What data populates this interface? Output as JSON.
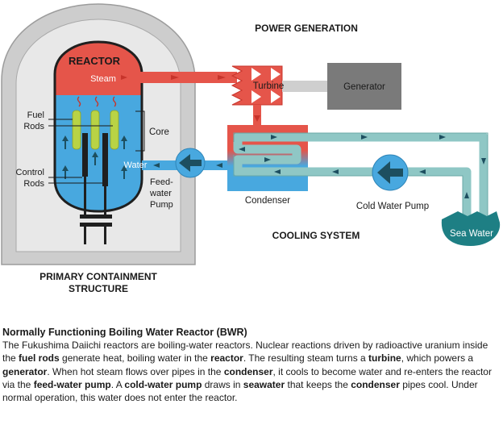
{
  "diagram": {
    "labels": {
      "power_generation": "POWER GENERATION",
      "reactor": "REACTOR",
      "steam": "Steam",
      "turbine": "Turbine",
      "generator": "Generator",
      "fuel_rods_1": "Fuel",
      "fuel_rods_2": "Rods",
      "core": "Core",
      "control_rods_1": "Control",
      "control_rods_2": "Rods",
      "water": "Water",
      "feed_water_pump_1": "Feed-",
      "feed_water_pump_2": "water",
      "feed_water_pump_3": "Pump",
      "condenser": "Condenser",
      "cold_water_pump": "Cold Water Pump",
      "sea_water": "Sea Water",
      "cooling_system": "COOLING SYSTEM",
      "containment_1": "PRIMARY CONTAINMENT",
      "containment_2": "STRUCTURE"
    },
    "colors": {
      "containment_outer": "#cdcdcd",
      "containment_inner": "#e8e8e8",
      "steam": "#e5554a",
      "water": "#48a8df",
      "cooling": "#8fc7c5",
      "sea": "#1e7f84",
      "fuel_rod": "#b9d345",
      "control_rod": "#1f1f1f",
      "generator": "#7a7a7a",
      "pipe_grey": "#cfcfcf",
      "arrow_dark": "#1d4f60"
    }
  },
  "caption": {
    "title": "Normally Functioning Boiling Water Reactor (BWR)",
    "parts": [
      {
        "t": "The Fukushima Daiichi reactors are boiling-water reactors. Nuclear reactions driven by radioactive uranium inside the ",
        "b": false
      },
      {
        "t": "fuel rods",
        "b": true
      },
      {
        "t": " generate heat, boiling water in the ",
        "b": false
      },
      {
        "t": "reactor",
        "b": true
      },
      {
        "t": ". The resulting steam turns a ",
        "b": false
      },
      {
        "t": "turbine",
        "b": true
      },
      {
        "t": ", which powers a ",
        "b": false
      },
      {
        "t": "generator",
        "b": true
      },
      {
        "t": ".  When hot steam flows over pipes in the ",
        "b": false
      },
      {
        "t": "condenser",
        "b": true
      },
      {
        "t": ", it cools to become water and re-enters the reactor via the ",
        "b": false
      },
      {
        "t": "feed-water pump",
        "b": true
      },
      {
        "t": ". A ",
        "b": false
      },
      {
        "t": "cold-water pump",
        "b": true
      },
      {
        "t": " draws in ",
        "b": false
      },
      {
        "t": "seawater",
        "b": true
      },
      {
        "t": " that keeps the ",
        "b": false
      },
      {
        "t": "condenser",
        "b": true
      },
      {
        "t": " pipes cool. Under normal operation, this water does not enter the reactor.",
        "b": false
      }
    ]
  }
}
